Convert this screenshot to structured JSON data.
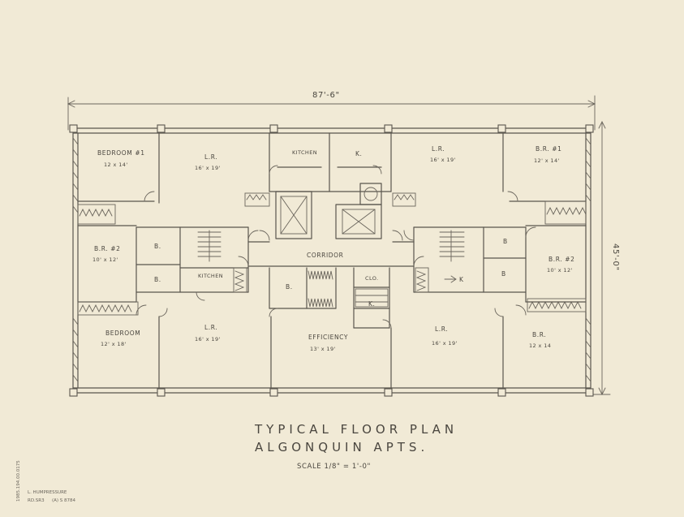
{
  "sheet": {
    "colors": {
      "paper": "#f1ead6",
      "ink": "#5a564e"
    }
  },
  "dimensions": {
    "width": "87'-6\"",
    "depth": "45'-0\""
  },
  "rooms": {
    "bedroom_1": {
      "name": "BEDROOM #1",
      "size": "12 x 14'"
    },
    "lr_nw": {
      "name": "L.R.",
      "size": "16' x 19'"
    },
    "kitchen_n": "KITCHEN",
    "k_n": "K.",
    "lr_ne": {
      "name": "L.R.",
      "size": "16' x 19'"
    },
    "br1_ne": {
      "name": "B.R. #1",
      "size": "12' x 14'"
    },
    "br2_w": {
      "name": "B.R. #2",
      "size": "10' x 12'"
    },
    "b_w1": "B.",
    "b_w2": "B.",
    "kitchen_w": "KITCHEN",
    "corridor": "CORRIDOR",
    "b_c": "B.",
    "clo": "CLO.",
    "k_c": "K.",
    "b_e1": "B",
    "b_e2": "B",
    "k_e": "K",
    "br2_e": {
      "name": "B.R. #2",
      "size": "10' x 12'"
    },
    "bedroom_sw": {
      "name": "BEDROOM",
      "size": "12' x 18'"
    },
    "lr_sw": {
      "name": "L.R.",
      "size": "16' x 19'"
    },
    "efficiency": {
      "name": "EFFICIENCY",
      "size": "13' x 19'"
    },
    "lr_se": {
      "name": "L.R.",
      "size": "16' x 19'"
    },
    "br_se": {
      "name": "B.R.",
      "size": "12 x 14"
    }
  },
  "title_block": {
    "line1": "TYPICAL FLOOR PLAN",
    "line2": "ALGONQUIN APTS.",
    "scale": "SCALE 1/8\" = 1'-0\""
  },
  "margin_notes": {
    "vertical": "1985.194.00.0175",
    "line1": "L. HUMPRESSURE",
    "line2": "RD.SR3",
    "line3": "(A) S 8784"
  }
}
